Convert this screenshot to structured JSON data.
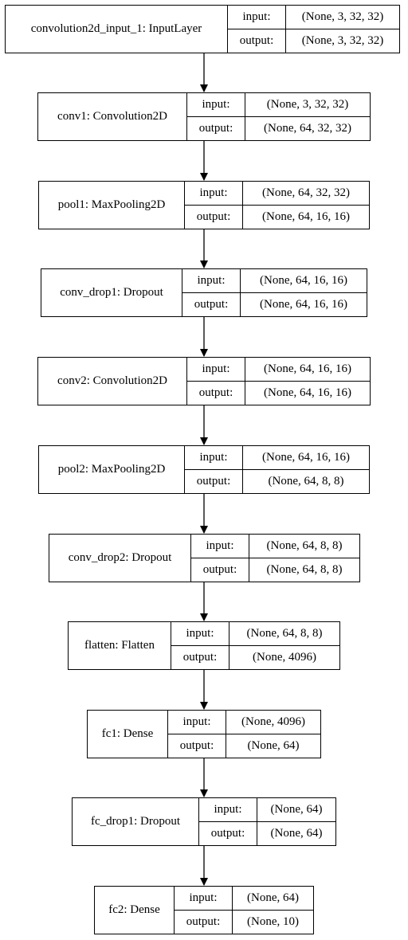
{
  "layers": [
    {
      "name": "convolution2d_input_1: InputLayer",
      "input_label": "input:",
      "input_shape": "(None, 3, 32, 32)",
      "output_label": "output:",
      "output_shape": "(None, 3, 32, 32)"
    },
    {
      "name": "conv1: Convolution2D",
      "input_label": "input:",
      "input_shape": "(None, 3, 32, 32)",
      "output_label": "output:",
      "output_shape": "(None, 64, 32, 32)"
    },
    {
      "name": "pool1: MaxPooling2D",
      "input_label": "input:",
      "input_shape": "(None, 64, 32, 32)",
      "output_label": "output:",
      "output_shape": "(None, 64, 16, 16)"
    },
    {
      "name": "conv_drop1: Dropout",
      "input_label": "input:",
      "input_shape": "(None, 64, 16, 16)",
      "output_label": "output:",
      "output_shape": "(None, 64, 16, 16)"
    },
    {
      "name": "conv2: Convolution2D",
      "input_label": "input:",
      "input_shape": "(None, 64, 16, 16)",
      "output_label": "output:",
      "output_shape": "(None, 64, 16, 16)"
    },
    {
      "name": "pool2: MaxPooling2D",
      "input_label": "input:",
      "input_shape": "(None, 64, 16, 16)",
      "output_label": "output:",
      "output_shape": "(None, 64, 8, 8)"
    },
    {
      "name": "conv_drop2: Dropout",
      "input_label": "input:",
      "input_shape": "(None, 64, 8, 8)",
      "output_label": "output:",
      "output_shape": "(None, 64, 8, 8)"
    },
    {
      "name": "flatten: Flatten",
      "input_label": "input:",
      "input_shape": "(None, 64, 8, 8)",
      "output_label": "output:",
      "output_shape": "(None, 4096)"
    },
    {
      "name": "fc1: Dense",
      "input_label": "input:",
      "input_shape": "(None, 4096)",
      "output_label": "output:",
      "output_shape": "(None, 64)"
    },
    {
      "name": "fc_drop1: Dropout",
      "input_label": "input:",
      "input_shape": "(None, 64)",
      "output_label": "output:",
      "output_shape": "(None, 64)"
    },
    {
      "name": "fc2: Dense",
      "input_label": "input:",
      "input_shape": "(None, 64)",
      "output_label": "output:",
      "output_shape": "(None, 10)"
    }
  ],
  "colors": {
    "line": "#000000",
    "background": "#ffffff"
  }
}
